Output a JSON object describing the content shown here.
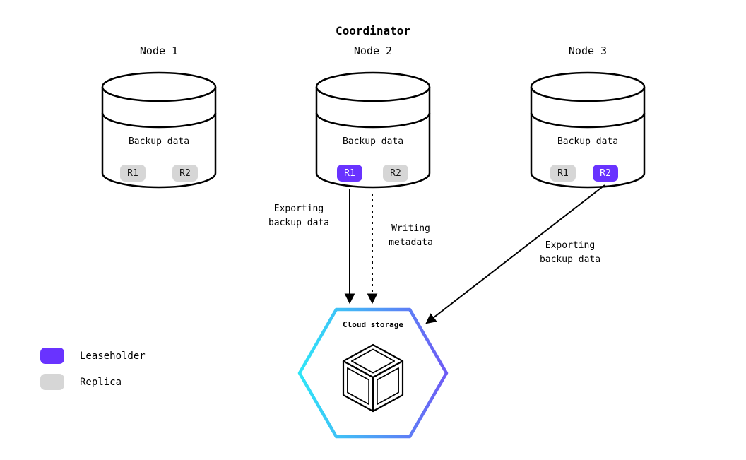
{
  "title": "Coordinator",
  "nodes": [
    {
      "name": "Node 1",
      "contents": "Backup data",
      "replicas": [
        {
          "label": "R1",
          "type": "replica"
        },
        {
          "label": "R2",
          "type": "replica"
        }
      ]
    },
    {
      "name": "Node 2",
      "contents": "Backup data",
      "replicas": [
        {
          "label": "R1",
          "type": "leaseholder"
        },
        {
          "label": "R2",
          "type": "replica"
        }
      ]
    },
    {
      "name": "Node 3",
      "contents": "Backup data",
      "replicas": [
        {
          "label": "R1",
          "type": "replica"
        },
        {
          "label": "R2",
          "type": "leaseholder"
        }
      ]
    }
  ],
  "flows": [
    {
      "line1": "Exporting",
      "line2": "backup data",
      "style": "solid"
    },
    {
      "line1": "Writing",
      "line2": "metadata",
      "style": "dashed"
    },
    {
      "line1": "Exporting",
      "line2": "backup data",
      "style": "solid"
    }
  ],
  "cloud": {
    "label": "Cloud storage"
  },
  "legend": {
    "items": [
      {
        "label": "Leaseholder",
        "type": "leaseholder"
      },
      {
        "label": "Replica",
        "type": "replica"
      }
    ]
  },
  "colors": {
    "leaseholder": "#6933ff",
    "replica": "#d6d6d6",
    "stroke": "#000000",
    "hex_gradient_start": "#2ee6f7",
    "hex_gradient_end": "#6e5af5"
  }
}
